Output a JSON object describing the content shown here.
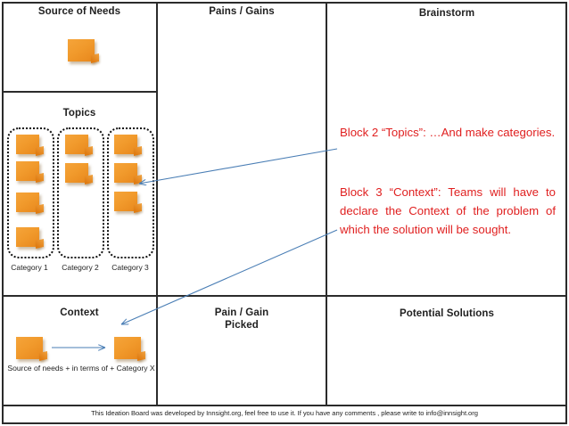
{
  "board": {
    "cells": {
      "source_of_needs": "Source of Needs",
      "topics": "Topics",
      "context": "Context",
      "pains_gains": "Pains / Gains",
      "pain_gain_picked": "Pain / Gain\nPicked",
      "pain_gain_picked_line1": "Pain / Gain",
      "pain_gain_picked_line2": "Picked",
      "brainstorm": "Brainstorm",
      "potential_solutions": "Potential Solutions"
    },
    "categories": [
      {
        "label": "Category 1",
        "note_count": 4
      },
      {
        "label": "Category 2",
        "note_count": 2
      },
      {
        "label": "Category 3",
        "note_count": 3
      }
    ],
    "annotations": [
      "Block 2 “Topics”: …And make categories.",
      "Block 3 “Context”: Teams will have to declare the Context of the problem of which the solution will be sought."
    ],
    "context_caption": "Source of needs  + in terms of + Category X",
    "footer": "This Ideation Board was developed by Innsight.org, feel free to use it. If you have any comments , please write to info@innsight.org",
    "colors": {
      "note_fill": "#f19a2c",
      "note_fold": "#e07c12",
      "annotation_text": "#e02020",
      "arrow": "#4a7eb5",
      "grid_line": "#2b2b2b",
      "title_text": "#1f1f1f"
    },
    "icons": {
      "sticky_note": "sticky-note-icon",
      "arrow": "arrow-icon"
    }
  }
}
